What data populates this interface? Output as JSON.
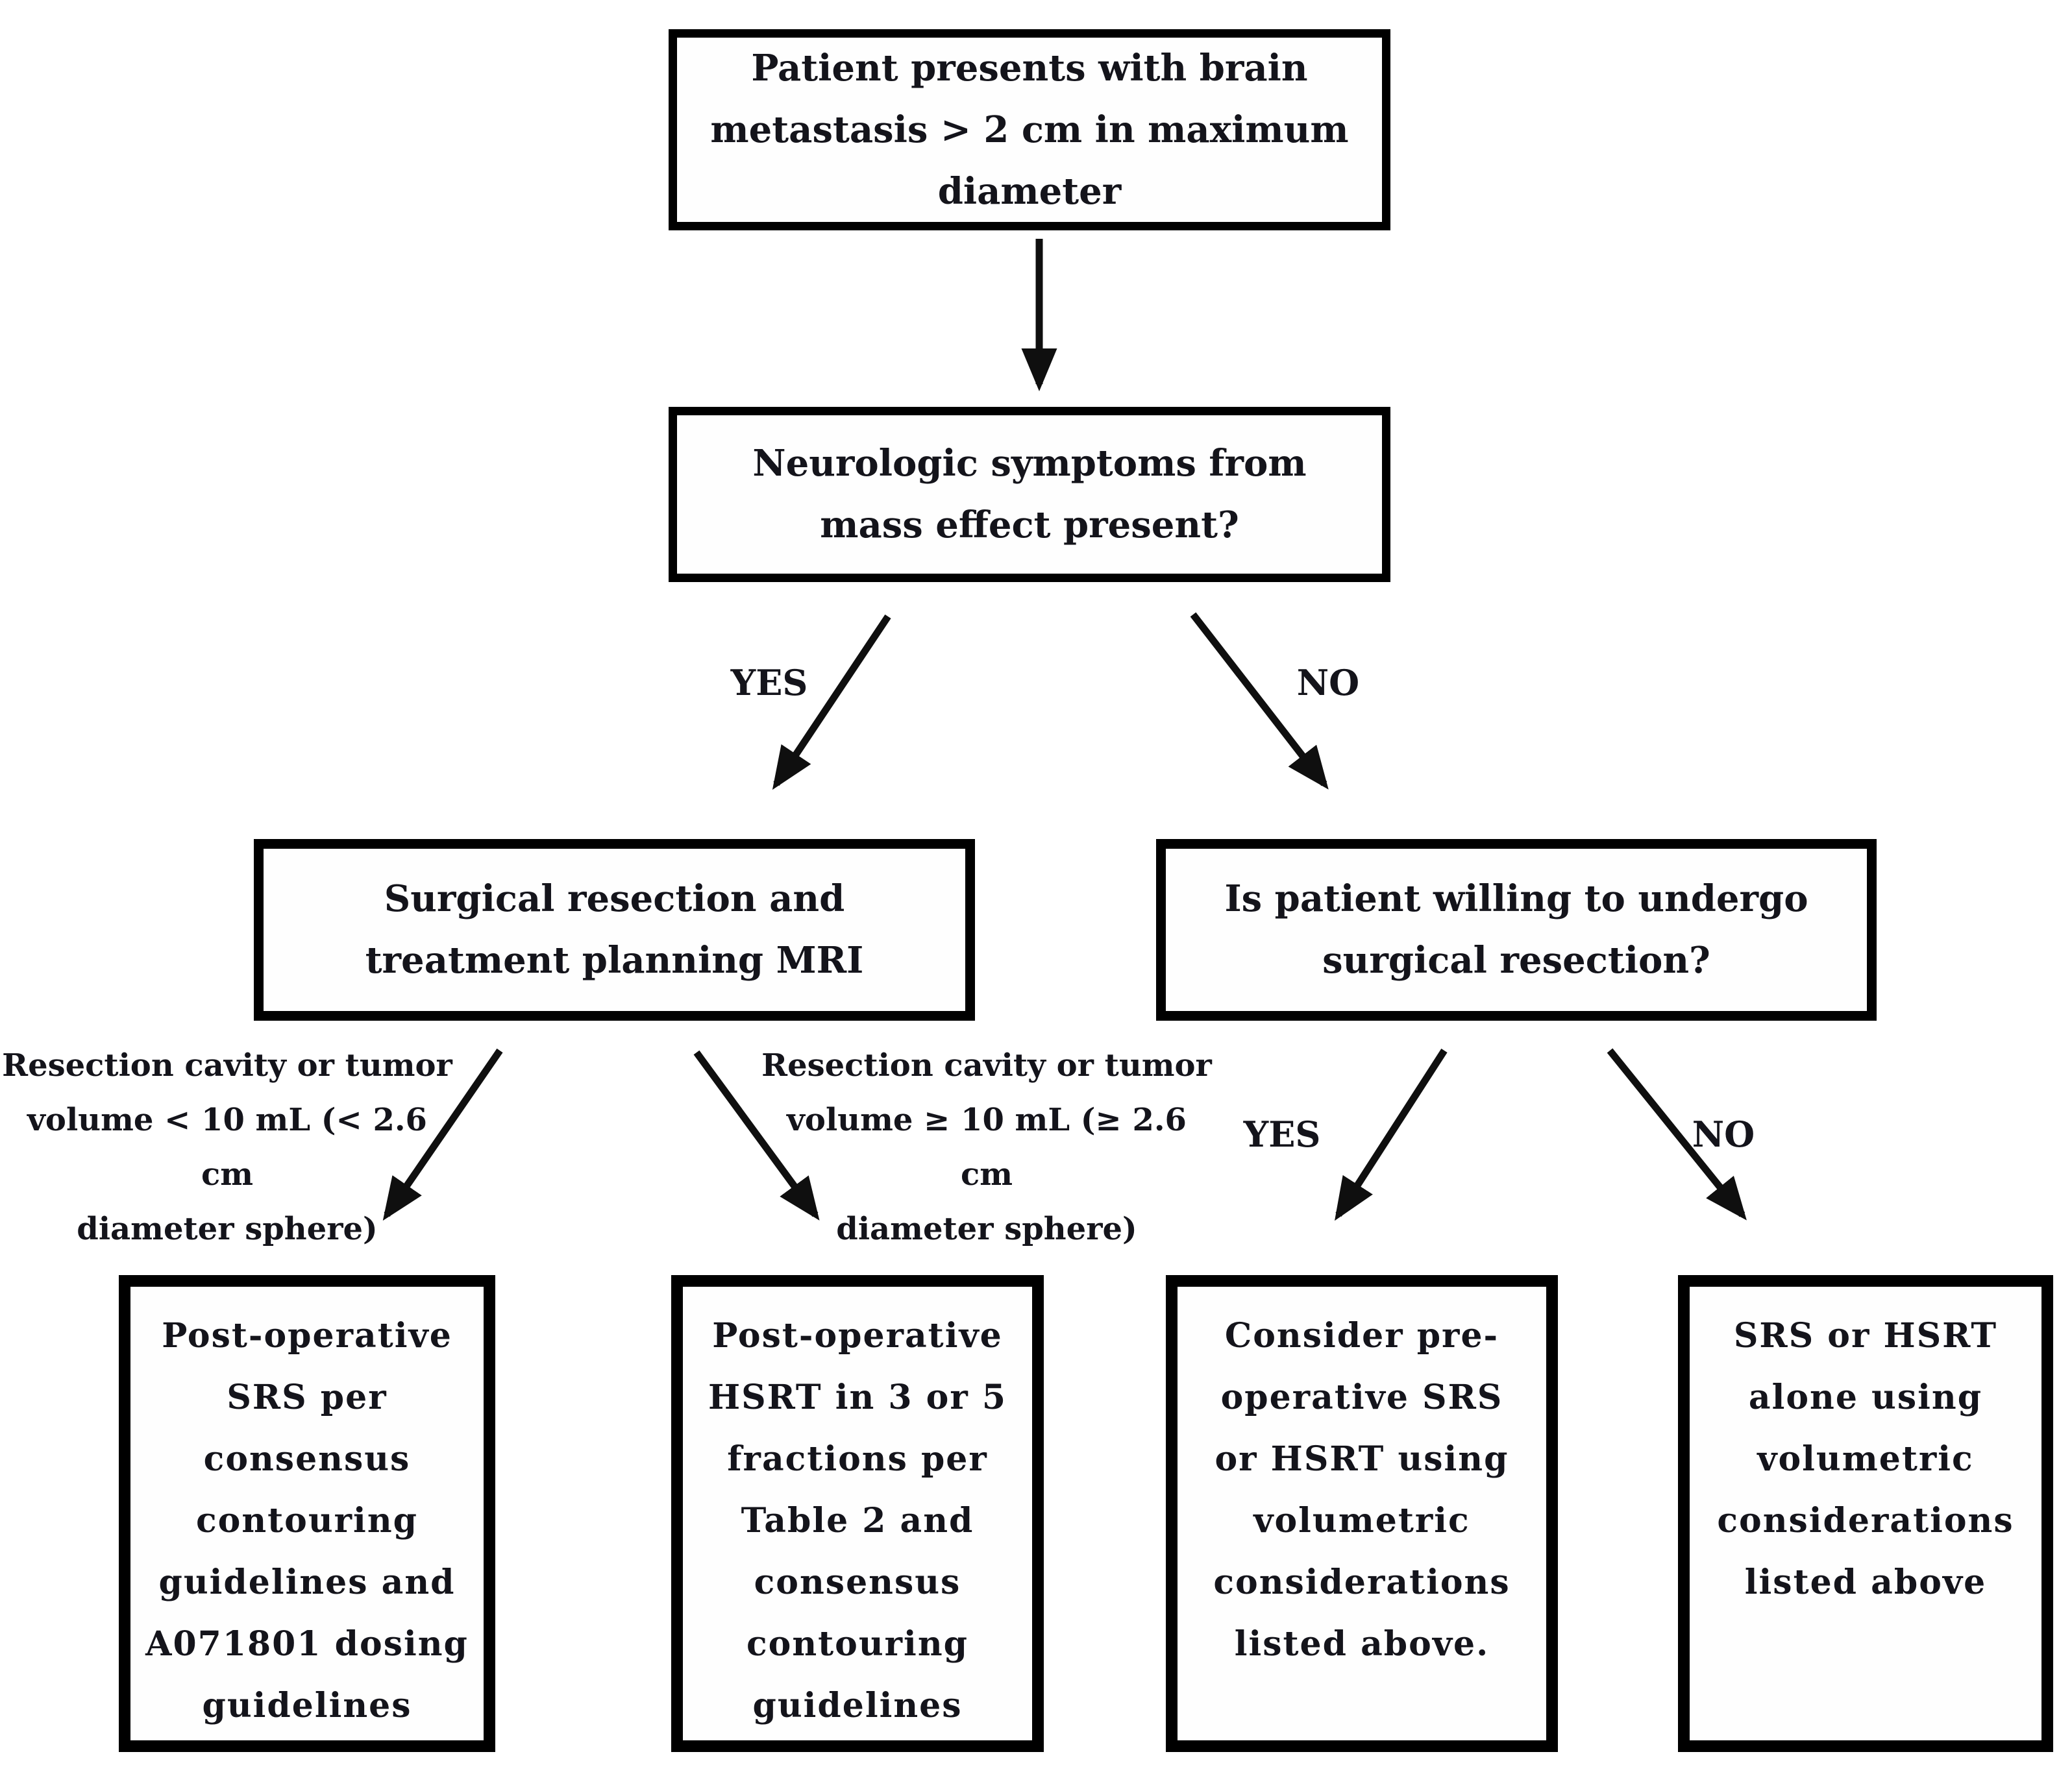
{
  "page": {
    "background": "#ffffff",
    "ink": "#14141b",
    "line_color": "#0f0f0f"
  },
  "flowchart": {
    "nodes": [
      {
        "id": "start",
        "text": "Patient presents with brain\nmetastasis > 2 cm in maximum\ndiameter"
      },
      {
        "id": "symptoms",
        "text": "Neurologic symptoms from\nmass effect present?"
      },
      {
        "id": "surgery",
        "text": "Surgical resection and\ntreatment planning MRI"
      },
      {
        "id": "willing",
        "text": "Is patient willing to undergo\nsurgical resection?"
      },
      {
        "id": "postop-srs",
        "text": "Post-operative\nSRS per\nconsensus\ncontouring\nguidelines and\nA071801 dosing\nguidelines"
      },
      {
        "id": "postop-hsrt",
        "text": "Post-operative\nHSRT in 3 or 5\nfractions per\nTable 2 and\nconsensus\ncontouring\nguidelines"
      },
      {
        "id": "preop-srs",
        "text": "Consider pre-\noperative SRS\nor HSRT using\nvolumetric\nconsiderations\nlisted above."
      },
      {
        "id": "srs-alone",
        "text": "SRS or HSRT\nalone using\nvolumetric\nconsiderations\nlisted above"
      }
    ],
    "edge_labels": {
      "symptoms_yes": "YES",
      "symptoms_no": "NO",
      "volume_small": "Resection cavity or tumor\nvolume < 10 mL (< 2.6 cm\ndiameter sphere)",
      "volume_large": "Resection cavity or tumor\nvolume ≥ 10 mL (≥ 2.6 cm\ndiameter sphere)",
      "willing_yes": "YES",
      "willing_no": "NO"
    }
  }
}
